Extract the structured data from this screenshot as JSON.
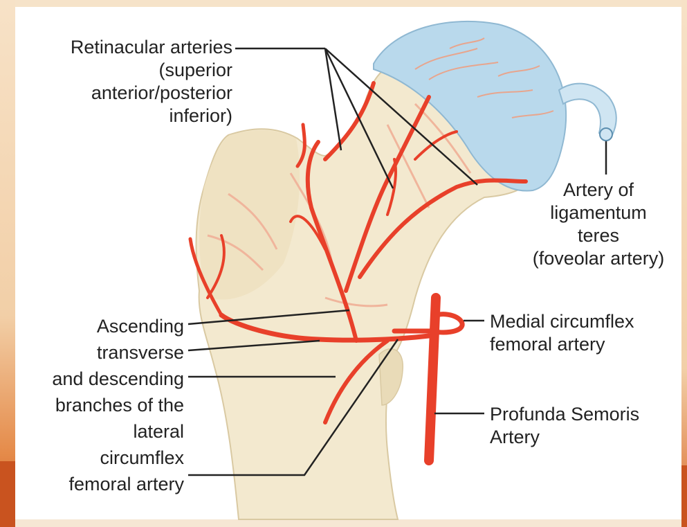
{
  "labels": {
    "retinacular": [
      "Retinacular arteries",
      "(superior",
      "anterior/posterior",
      "inferior)"
    ],
    "ligamentum": [
      "Artery of",
      "ligamentum",
      "teres",
      "(foveolar artery)"
    ],
    "medial": [
      "Medial circumflex",
      "femoral artery"
    ],
    "profunda": [
      "Profunda Semoris",
      "Artery"
    ],
    "lateral": [
      "Ascending",
      "transverse",
      "and descending",
      "branches of the",
      "lateral",
      "circumflex",
      "femoral artery"
    ]
  },
  "colors": {
    "artery": "#e8402a",
    "bone": "#f3e9cf",
    "cartilage": "#b9d9ec",
    "background": "#ffffff",
    "frame": "#f2cfa7",
    "frame_accent": "#c9531f"
  }
}
